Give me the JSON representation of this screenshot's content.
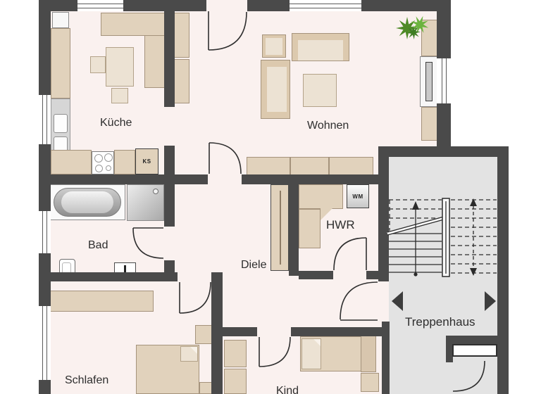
{
  "plan_title": "apartment-floor-plan",
  "rooms": {
    "kueche": {
      "label": "Küche"
    },
    "wohnen": {
      "label": "Wohnen"
    },
    "bad": {
      "label": "Bad"
    },
    "diele": {
      "label": "Diele"
    },
    "hwr": {
      "label": "HWR"
    },
    "treppenhaus": {
      "label": "Treppenhaus"
    },
    "schlafen": {
      "label": "Schlafen"
    },
    "kind": {
      "label": "Kind"
    }
  },
  "appliances": {
    "fridge_label": "KS",
    "washer_label": "WM"
  },
  "icons": {
    "plant": "plant-icon",
    "stair_arrow_left": "arrow-left-icon",
    "stair_arrow_right": "arrow-right-icon",
    "stair_up_arrow": "arrow-up-icon",
    "stair_down_arrow": "arrow-down-icon"
  },
  "colors": {
    "wall": "#4a4a4a",
    "floor": "#faf1ef",
    "stairwell_floor": "#e3e3e3",
    "furniture": "#e1d2bc",
    "plant_green": "#5a9630",
    "text": "#2e2e2e"
  }
}
